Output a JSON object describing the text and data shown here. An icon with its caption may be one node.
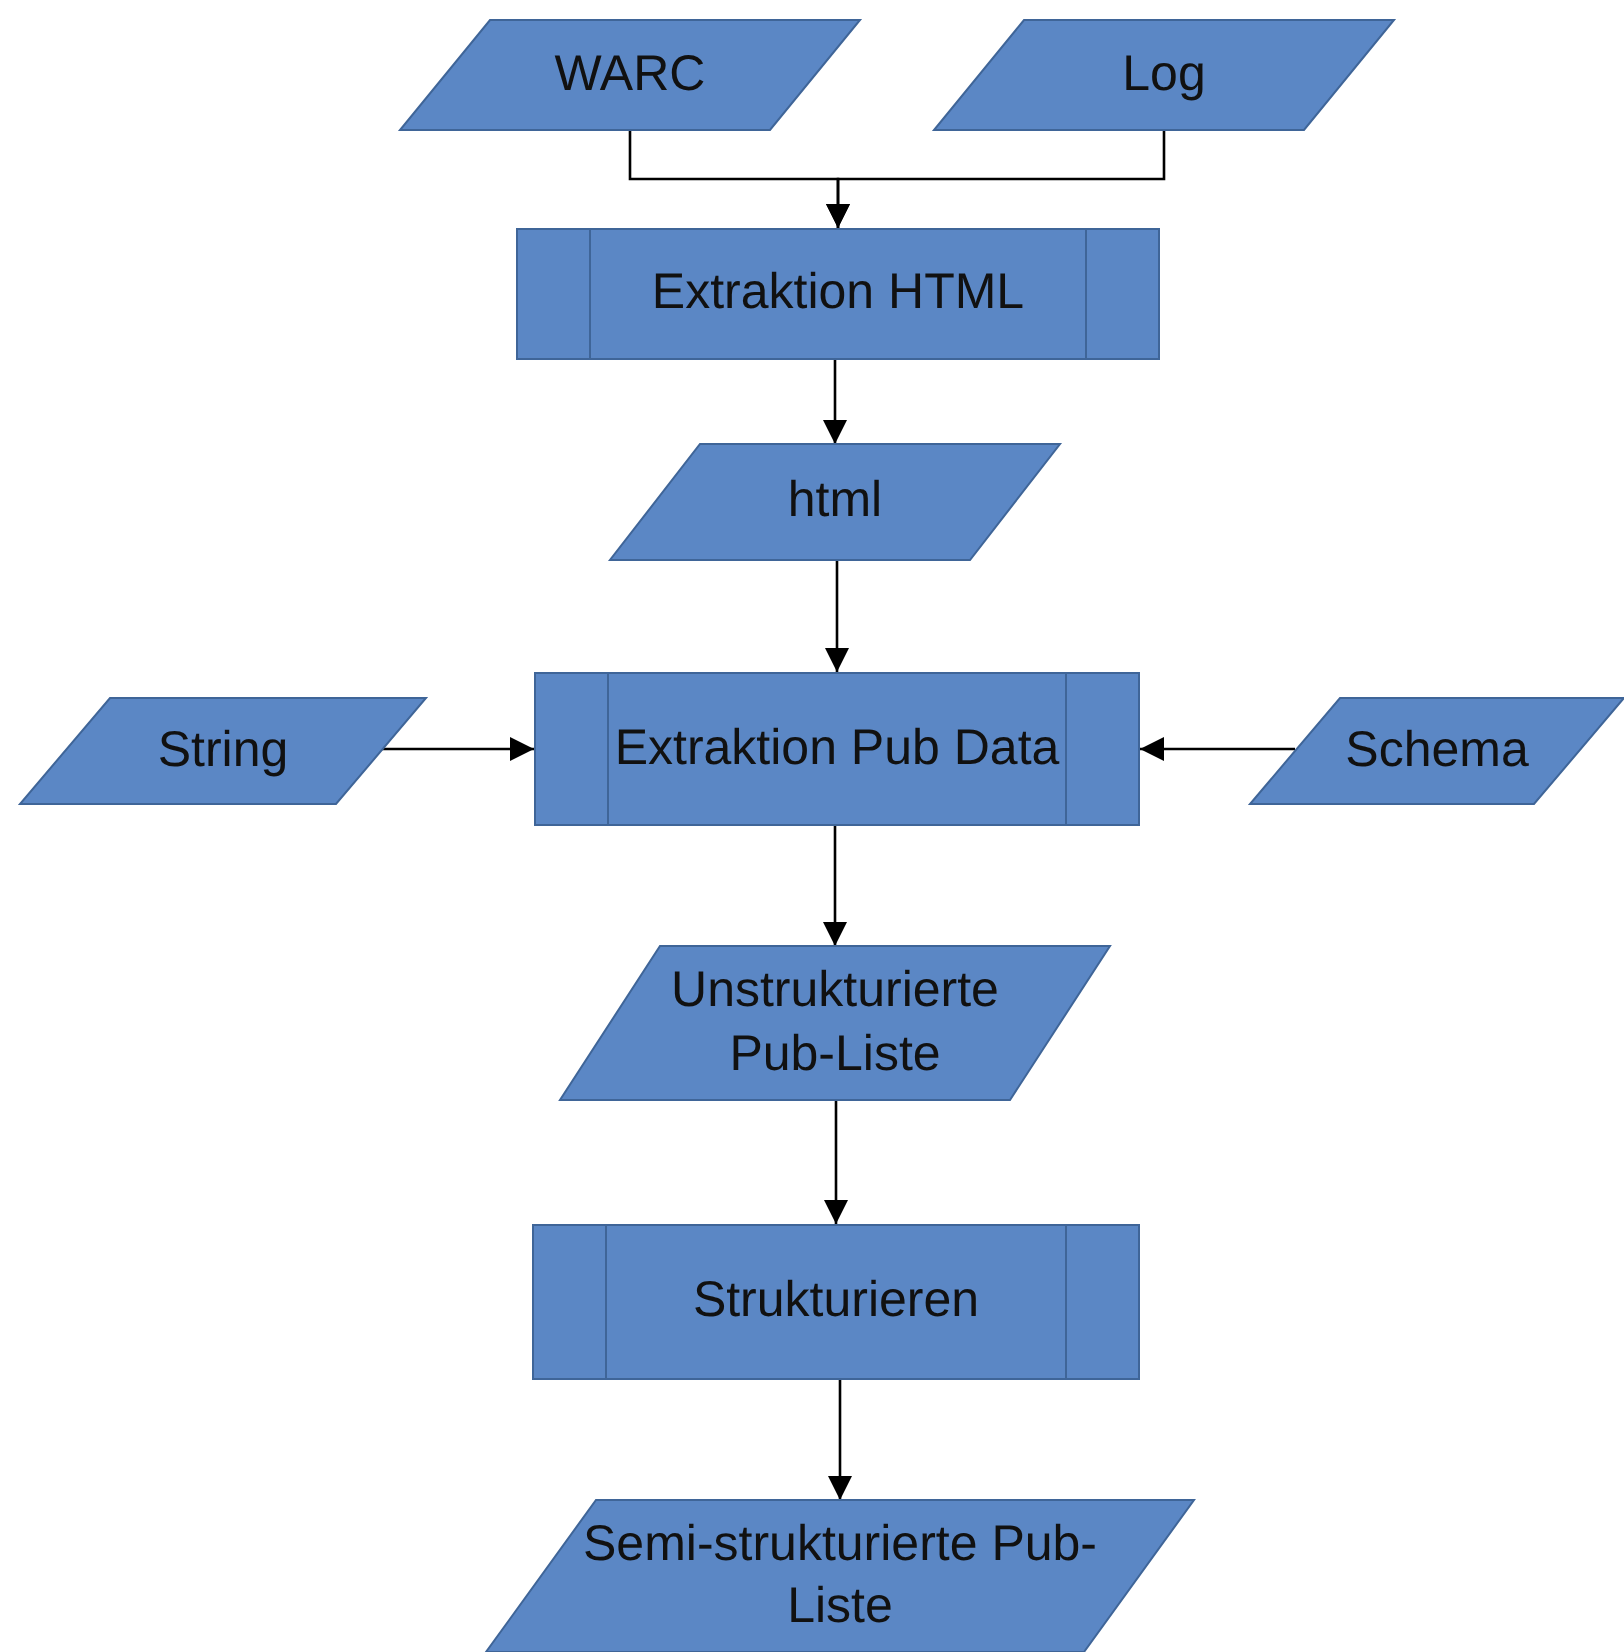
{
  "diagram": {
    "nodes": [
      {
        "text": [
          "WARC"
        ]
      },
      {
        "text": [
          "Log"
        ]
      },
      {
        "text": [
          "Extraktion HTML"
        ]
      },
      {
        "text": [
          "html"
        ]
      },
      {
        "text": [
          "String"
        ]
      },
      {
        "text": [
          "Extraktion Pub Data"
        ]
      },
      {
        "text": [
          "Schema"
        ]
      },
      {
        "text": [
          "Unstrukturierte Pub-Liste"
        ]
      },
      {
        "text": [
          "Strukturieren"
        ]
      },
      {
        "text": [
          "Semi-strukturierte Pub-Liste"
        ]
      }
    ],
    "edges": [
      {
        "from": 0,
        "to": 2,
        "arrow": "to"
      },
      {
        "from": 1,
        "to": 2,
        "arrow": "to"
      },
      {
        "from": 2,
        "to": 3,
        "arrow": "to"
      },
      {
        "from": 3,
        "to": 5,
        "arrow": "to"
      },
      {
        "from": 4,
        "to": 5,
        "arrow": "to"
      },
      {
        "from": 6,
        "to": 5,
        "arrow": "to"
      },
      {
        "from": 5,
        "to": 7,
        "arrow": "to"
      },
      {
        "from": 7,
        "to": 8,
        "arrow": "to"
      },
      {
        "from": 8,
        "to": 9,
        "arrow": "to"
      }
    ]
  }
}
